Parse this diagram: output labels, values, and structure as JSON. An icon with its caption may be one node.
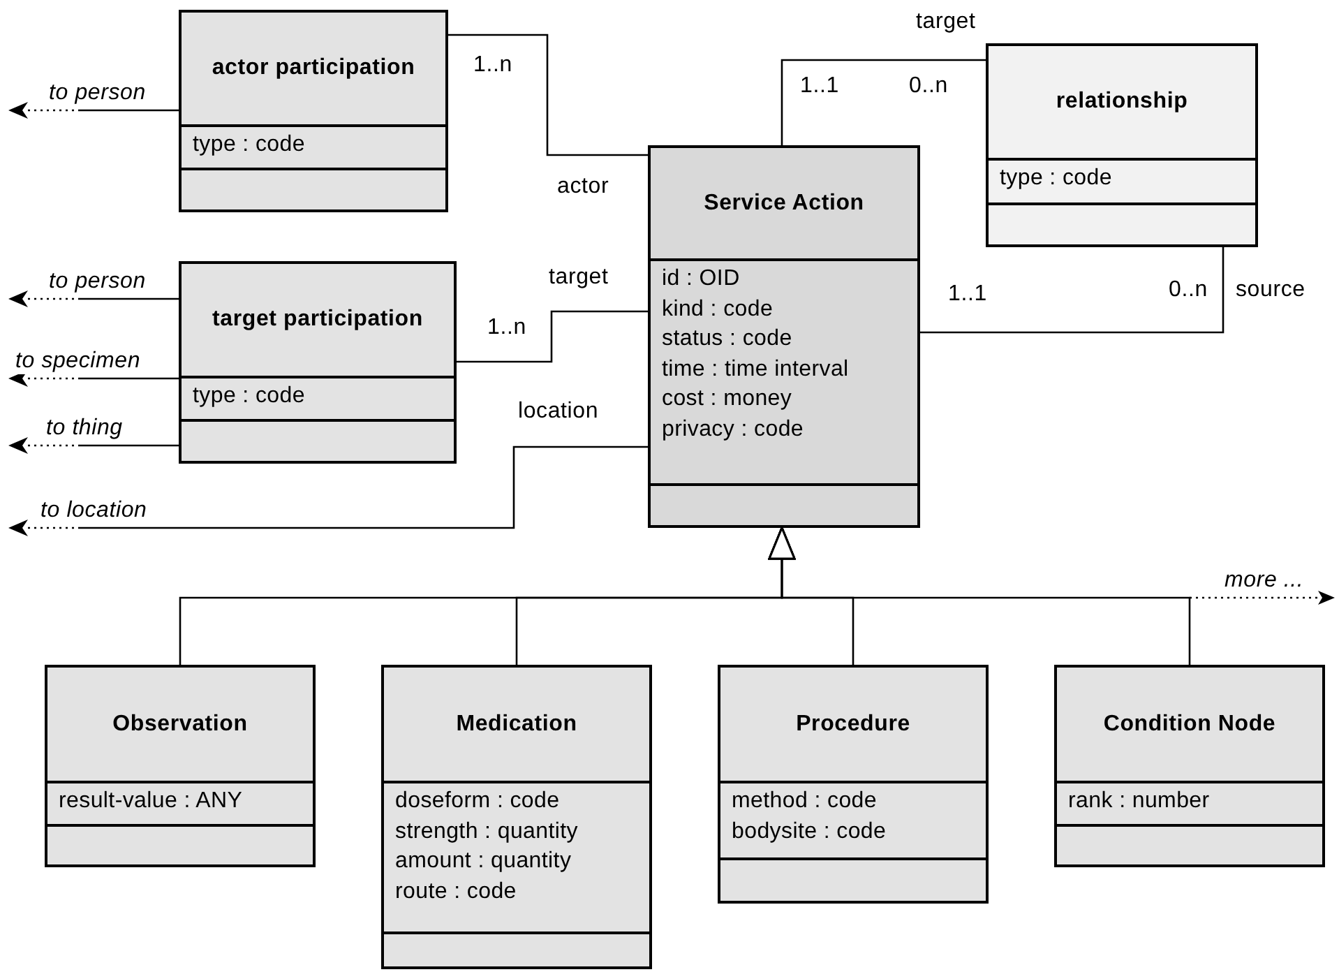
{
  "diagram": {
    "nodes": [
      {
        "text": [
          "actor participation",
          "type : code"
        ]
      },
      {
        "text": [
          "target participation",
          "type : code"
        ]
      },
      {
        "text": [
          "relationship",
          "type : code"
        ]
      },
      {
        "text": [
          "Service Action",
          "id : OID",
          "kind : code",
          "status : code",
          "time : time interval",
          "cost : money",
          "privacy : code"
        ]
      },
      {
        "text": [
          "Observation",
          "result-value : ANY"
        ]
      },
      {
        "text": [
          "Medication",
          "doseform : code",
          "strength : quantity",
          "amount : quantity",
          "route : code"
        ]
      },
      {
        "text": [
          "Procedure",
          "method : code",
          "bodysite : code"
        ]
      },
      {
        "text": [
          "Condition Node",
          "rank : number"
        ]
      }
    ],
    "edges": [
      {
        "from": 0,
        "to": 3,
        "arrow": "none",
        "label": "actor"
      },
      {
        "from": 1,
        "to": 3,
        "arrow": "none",
        "label": "target"
      },
      {
        "from": 3,
        "to": 2,
        "arrow": "none",
        "label": "target"
      },
      {
        "from": 3,
        "to": 2,
        "arrow": "none",
        "label": "source"
      },
      {
        "from": 3,
        "to": null,
        "arrow": "to",
        "label": "to location",
        "style": "dashed"
      },
      {
        "from": 0,
        "to": null,
        "arrow": "to",
        "label": "to person",
        "style": "dashed"
      },
      {
        "from": 1,
        "to": null,
        "arrow": "to",
        "label": "to person",
        "style": "dashed"
      },
      {
        "from": 1,
        "to": null,
        "arrow": "to",
        "label": "to specimen",
        "style": "dashed"
      },
      {
        "from": 1,
        "to": null,
        "arrow": "to",
        "label": "to thing",
        "style": "dashed"
      },
      {
        "from": 4,
        "to": 3,
        "arrow": "to"
      },
      {
        "from": 5,
        "to": 3,
        "arrow": "to"
      },
      {
        "from": 6,
        "to": 3,
        "arrow": "to"
      },
      {
        "from": 7,
        "to": 3,
        "arrow": "to"
      }
    ],
    "labels": [
      "1..n",
      "1..1",
      "0..n",
      "0..n",
      "1..1",
      "1..n",
      "location",
      "more ..."
    ]
  }
}
